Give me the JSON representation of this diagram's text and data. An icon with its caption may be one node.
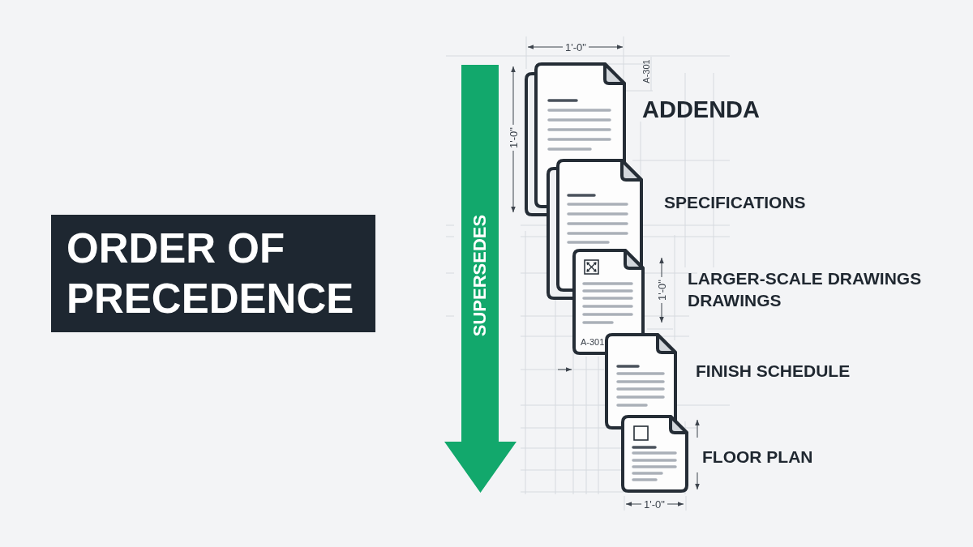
{
  "diagram": {
    "title": "ORDER OF PRECEDENCE",
    "nodes": [
      {
        "text": [
          "SUPERSEDES"
        ]
      },
      {
        "text": [],
        "shape": "document",
        "beside": [
          "ADDENDA"
        ]
      },
      {
        "text": [],
        "shape": "document",
        "beside": [
          "SPECIFICATIONS"
        ]
      },
      {
        "text": [
          "A-301"
        ],
        "beside": [
          "LARGER-SCALE DRAWINGS DRAWINGS"
        ]
      },
      {
        "text": [],
        "shape": "document",
        "beside": [
          "FINISH SCHEDULE"
        ]
      },
      {
        "text": [],
        "shape": "document",
        "beside": [
          "FLOOR PLAN"
        ]
      }
    ],
    "labels": [
      "1'-0\"",
      "A-301",
      "1'-0\"",
      "1'-0\"",
      "1'-0\""
    ]
  }
}
